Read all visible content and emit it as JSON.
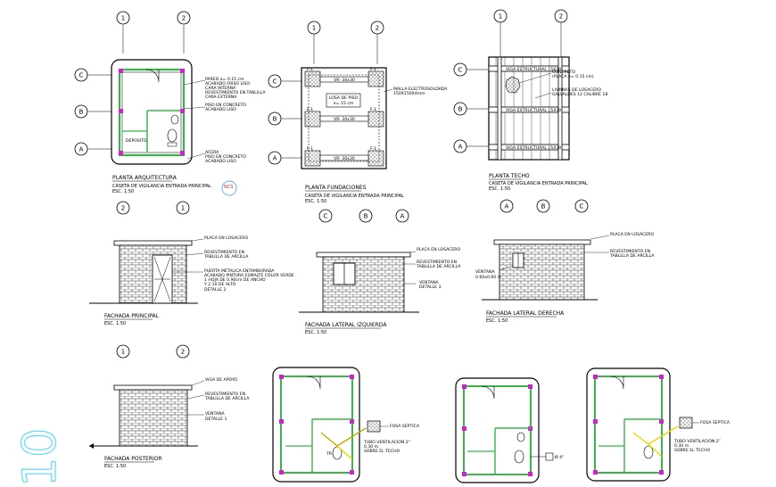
{
  "axes": {
    "one": "1",
    "two": "2",
    "a": "A",
    "b": "B",
    "c": "C"
  },
  "plan_arch": {
    "title": "PLANTA ARQUITECTURA",
    "subtitle": "CASETA DE VIGILANCIA ENTRADA PRINCIPAL",
    "scale": "ESC. 1:50",
    "mark": "NCS",
    "room_label": "DEPOSITO",
    "notes": [
      "PARED e= 0.15 cm",
      "ACABADO FRISO LISO",
      "CARA INTERNA",
      "REVESTIMIENTO EN TABLILLA",
      "CARA EXTERNA",
      "PISO EN CONCRETO",
      "ACABADO LISO",
      "ACERA",
      "PISO EN CONCRETO",
      "ACABADO LISO"
    ]
  },
  "plan_found": {
    "title": "PLANTA FUNDACIONES",
    "subtitle": "CASETA DE VIGILANCIA ENTRADA PRINCIPAL",
    "scale": "ESC. 1:50",
    "slab_label_1": "LOSA DE PISO",
    "slab_label_2": "e= 15 cm",
    "mesh_label_1": "MALLA ELECTROSOLDADA",
    "mesh_label_2": "150X150X4mm",
    "footing_label": "F-1",
    "beam_label": "VR- 30x30"
  },
  "plan_roof": {
    "title": "PLANTA TECHO",
    "subtitle": "CASETA DE VIGILANCIA ENTRADA PRINCIPAL",
    "scale": "ESC. 1:50",
    "notes": [
      "CONCRETO",
      "(PLACA e= 0.15 cm)",
      "LAMINAS DE LOSACERO",
      "GALVALDES 12 CALIBRE 18"
    ],
    "beam_labels": [
      "VIGA ESTRUCTURAL 15X30",
      "VIGA ESTRUCTURAL 15X30",
      "VIGA ESTRUCTURAL 15X30"
    ]
  },
  "elev_front": {
    "title": "FACHADA PRINCIPAL",
    "scale": "ESC. 1:50",
    "notes": [
      "PLACA EN LOSACERO",
      "REVESTIMIENTO EN",
      "TABLILLA DE ARCILLA",
      "PUERTA METALICA ENTAMBORADA",
      "ACABADO PINTURA ESMALTE COLOR VERDE",
      "1 HOJA DE 0.90cm DE ANCHO",
      "Y 2.10 DE ALTO",
      "DETALLE 2"
    ]
  },
  "elev_left": {
    "title": "FACHADA LATERAL IZQUIERDA",
    "scale": "ESC. 1:50",
    "notes": [
      "PLACA EN LOSACERO",
      "REVESTIMIENTO EN",
      "TABLILLA DE ARCILLA",
      "VENTANA",
      "DETALLE 3"
    ]
  },
  "elev_right": {
    "title": "FACHADA LATERAL DERECHA",
    "scale": "ESC. 1:50",
    "notes": [
      "PLACA EN LOSACERO",
      "REVESTIMIENTO EN",
      "TABLILLA DE ARCILLA",
      "VENTANA",
      "0.60x0.60 m"
    ]
  },
  "elev_rear": {
    "title": "FACHADA POSTERIOR",
    "scale": "ESC. 1:50",
    "notes": [
      "VIGA DE APOYO",
      "REVESTIMIENTO EN",
      "TABLILLA DE ARCILLA",
      "VENTANA",
      "DETALLE 1"
    ]
  },
  "plumbing": {
    "tank_label": "FOSA SEPTICA",
    "vent_1": "TUBO VENTILACION 2\"",
    "vent_2": "0.30 m",
    "vent_3": "SOBRE EL TECHO",
    "drain_label": "Ø 4\"",
    "small_label": "TR"
  },
  "sheet": {
    "number": "10"
  },
  "colors": {
    "line": "#000000",
    "green_wall": "#39b54a",
    "magenta_hatch": "#d020d0",
    "yellow_pipe": "#e8d800",
    "blue_mark": "#55aaee",
    "cyan_number": "#5fd8ff"
  }
}
